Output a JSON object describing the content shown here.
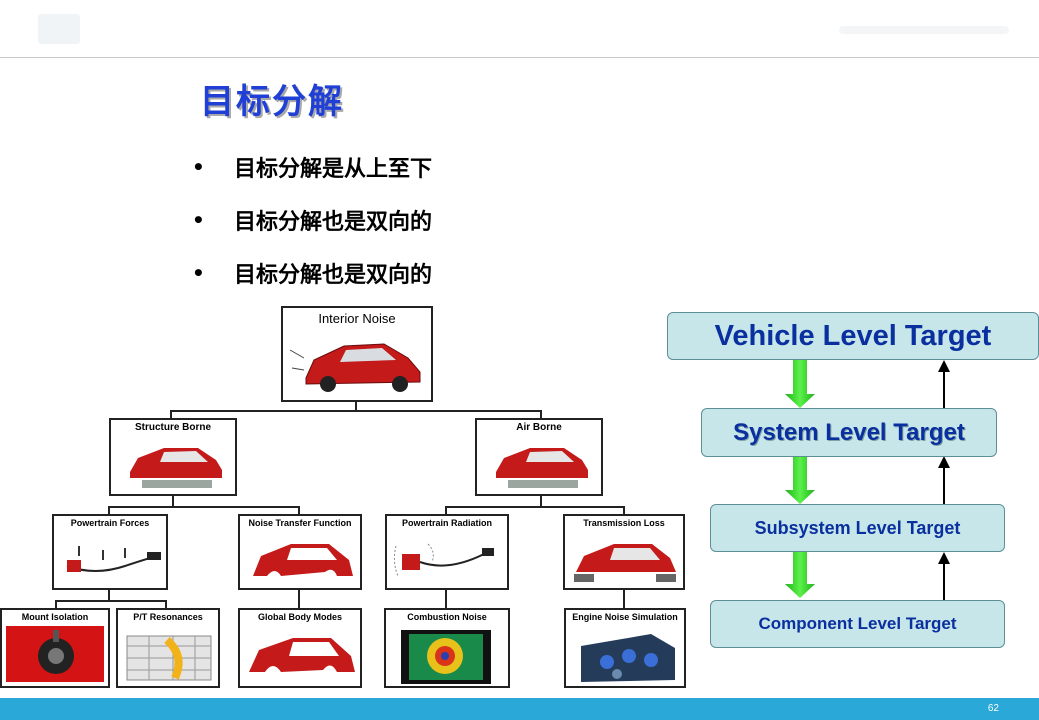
{
  "slide": {
    "title": "目标分解",
    "bullets": [
      "目标分解是从上至下",
      "目标分解也是双向的",
      "目标分解也是双向的"
    ],
    "page_number": "62"
  },
  "tree": {
    "root": "Interior Noise",
    "level1": [
      "Structure Borne",
      "Air Borne"
    ],
    "level2": [
      "Powertrain Forces",
      "Noise Transfer Function",
      "Powertrain Radiation",
      "Transmission Loss"
    ],
    "level3": [
      "Mount Isolation",
      "P/T Resonances",
      "Global Body Modes",
      "Combustion Noise",
      "Engine Noise Simulation"
    ]
  },
  "flow": {
    "levels": [
      "Vehicle Level Target",
      "System Level Target",
      "Subsystem Level Target",
      "Component Level Target"
    ]
  },
  "colors": {
    "title": "#1f3fd6",
    "flow_box": "#c6e6ea",
    "flow_text": "#0a2f9e",
    "down_arrow": "#33dd22",
    "footer": "#2aa8d8",
    "car_red": "#c41a1a"
  }
}
